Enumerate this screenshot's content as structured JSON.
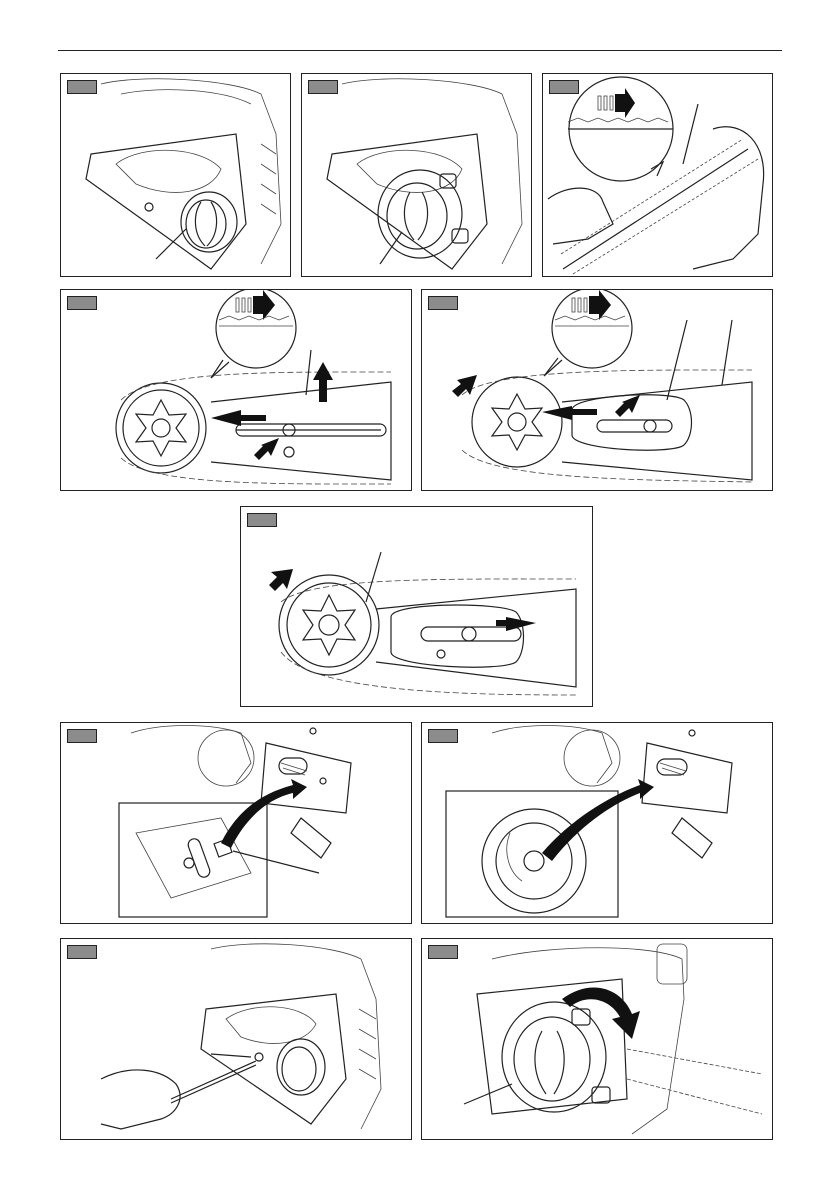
{
  "page": {
    "figures": [
      {
        "id": "fig-1",
        "label": ""
      },
      {
        "id": "fig-2",
        "label": ""
      },
      {
        "id": "fig-3",
        "label": ""
      },
      {
        "id": "fig-4",
        "label": ""
      },
      {
        "id": "fig-5",
        "label": ""
      },
      {
        "id": "fig-6",
        "label": ""
      },
      {
        "id": "fig-7",
        "label": ""
      },
      {
        "id": "fig-8",
        "label": ""
      },
      {
        "id": "fig-9",
        "label": ""
      },
      {
        "id": "fig-10",
        "label": ""
      }
    ]
  },
  "colors": {
    "tag_fill": "#8c8c8c",
    "line": "#222222",
    "cover_grey": "#b8b8b8"
  }
}
